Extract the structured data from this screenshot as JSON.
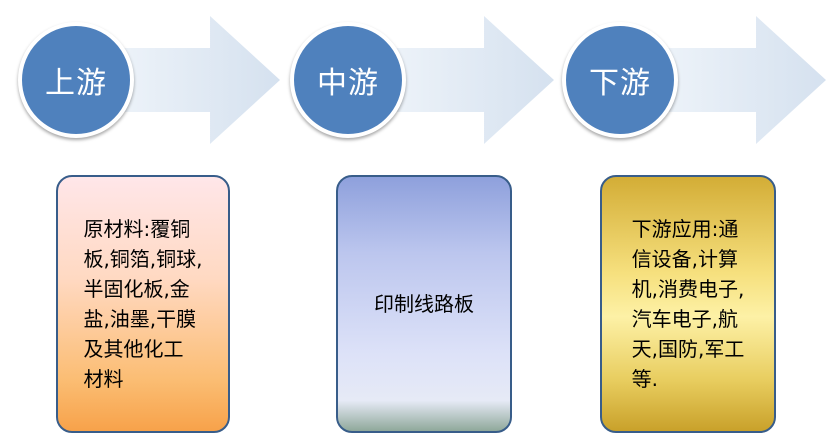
{
  "colors": {
    "circle": "#4f81bd",
    "arrow": "#dce6f1",
    "box_border": "#385d8a"
  },
  "stages": [
    {
      "label": "上游",
      "description": "原材料:覆铜\n板,铜箔,铜球,\n半固化板,金\n盐,油墨,干膜\n及其他化工\n材料"
    },
    {
      "label": "中游",
      "description": "印制线路板"
    },
    {
      "label": "下游",
      "description": "下游应用:通\n信设备,计算\n机,消费电子,\n汽车电子,航\n天,国防,军工\n等."
    }
  ]
}
